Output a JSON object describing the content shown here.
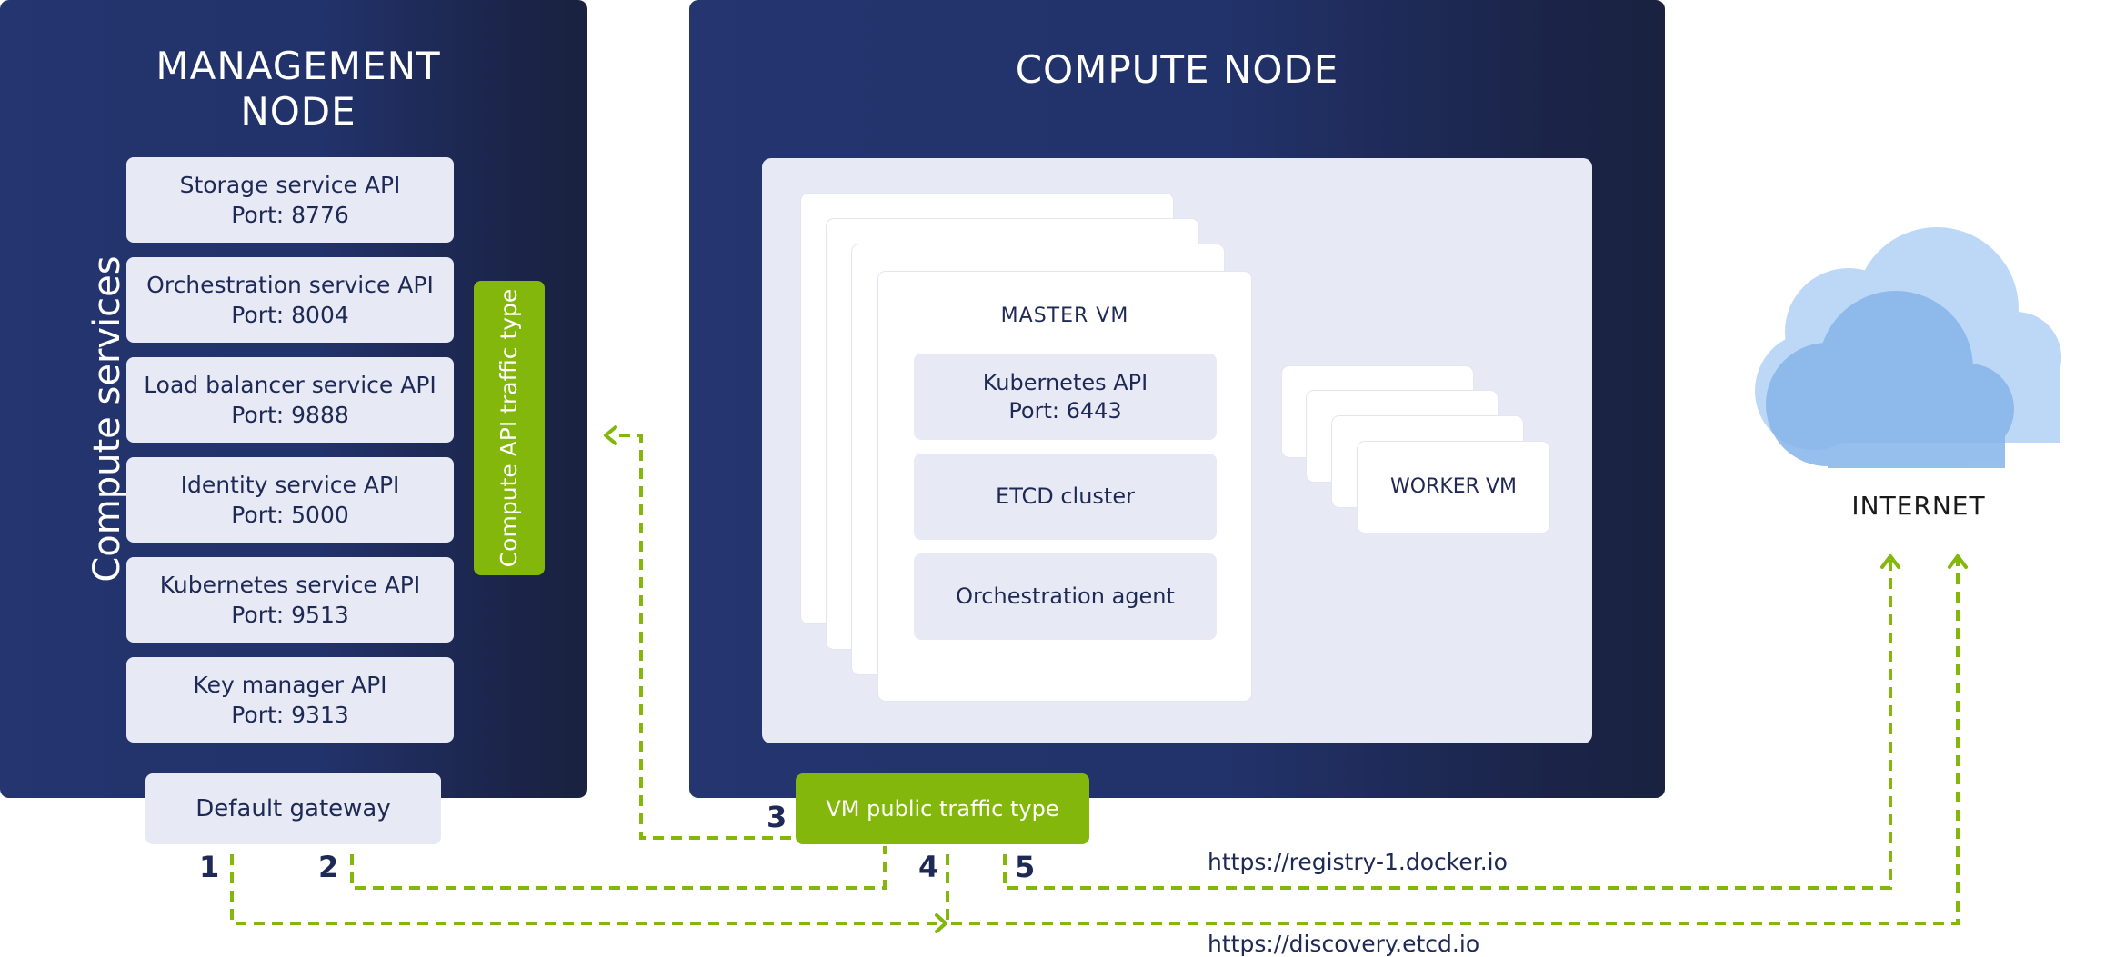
{
  "management_node": {
    "title_line1": "MANAGEMENT",
    "title_line2": "NODE",
    "side_label": "Compute services",
    "services": [
      {
        "name": "Storage service API",
        "port": "Port: 8776"
      },
      {
        "name": "Orchestration service API",
        "port": "Port: 8004"
      },
      {
        "name": "Load balancer service API",
        "port": "Port: 9888"
      },
      {
        "name": "Identity service API",
        "port": "Port: 5000"
      },
      {
        "name": "Kubernetes service API",
        "port": "Port: 9513"
      },
      {
        "name": "Key manager API",
        "port": "Port: 9313"
      }
    ],
    "traffic_type": "Compute API traffic type",
    "gateway": "Default gateway"
  },
  "compute_node": {
    "title": "COMPUTE NODE",
    "master_vm": {
      "title": "MASTER VM",
      "components": [
        {
          "name": "Kubernetes API",
          "port": "Port: 6443"
        },
        {
          "name": "ETCD cluster"
        },
        {
          "name": "Orchestration agent"
        }
      ]
    },
    "worker_vm": "WORKER VM",
    "traffic_type": "VM public traffic type"
  },
  "internet": {
    "label": "INTERNET"
  },
  "connections": {
    "numbers": [
      "1",
      "2",
      "3",
      "4",
      "5"
    ],
    "url_registry": "https://registry-1.docker.io",
    "url_discovery": "https://discovery.etcd.io"
  },
  "colors": {
    "panel": "#24356f",
    "panel_dark": "#1a2240",
    "box": "#e7eaf5",
    "green": "#84b70b",
    "cloud": "#9cc4f0",
    "text": "#1e2a55"
  }
}
